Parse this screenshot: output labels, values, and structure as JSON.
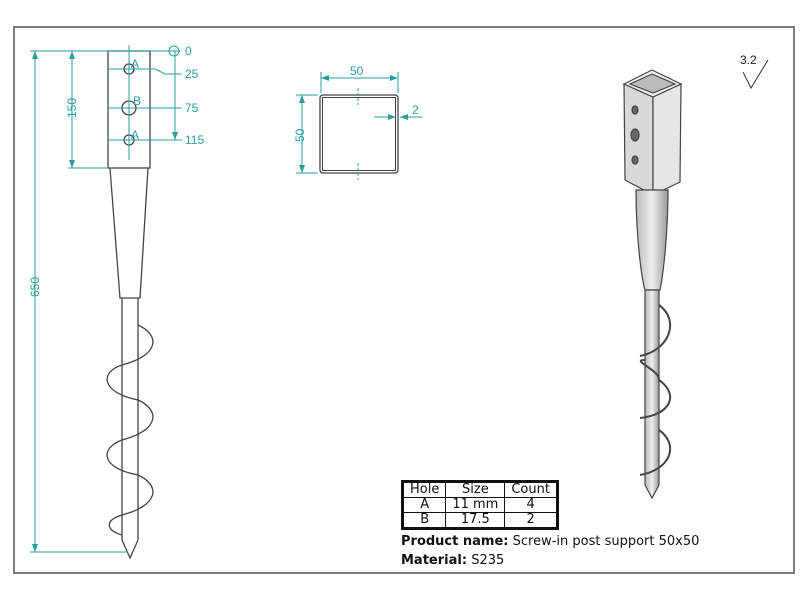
{
  "side_view": {
    "overall_length": "650",
    "sleeve_length": "150",
    "hole_positions": [
      "0",
      "25",
      "75",
      "115"
    ],
    "hole_labels": [
      "A",
      "B",
      "A"
    ]
  },
  "section_view": {
    "width": "50",
    "height": "50",
    "wall": "2"
  },
  "surface_roughness": "3.2",
  "hole_table": {
    "headers": [
      "Hole",
      "Size",
      "Count"
    ],
    "rows": [
      [
        "A",
        "11 mm",
        "4"
      ],
      [
        "B",
        "17.5",
        "2"
      ]
    ]
  },
  "product": {
    "name_label": "Product name:",
    "name": "Screw-in post support 50x50",
    "material_label": "Material:",
    "material": "S235"
  },
  "colors": {
    "dimension": "#2a9d9d",
    "line": "#333333"
  }
}
